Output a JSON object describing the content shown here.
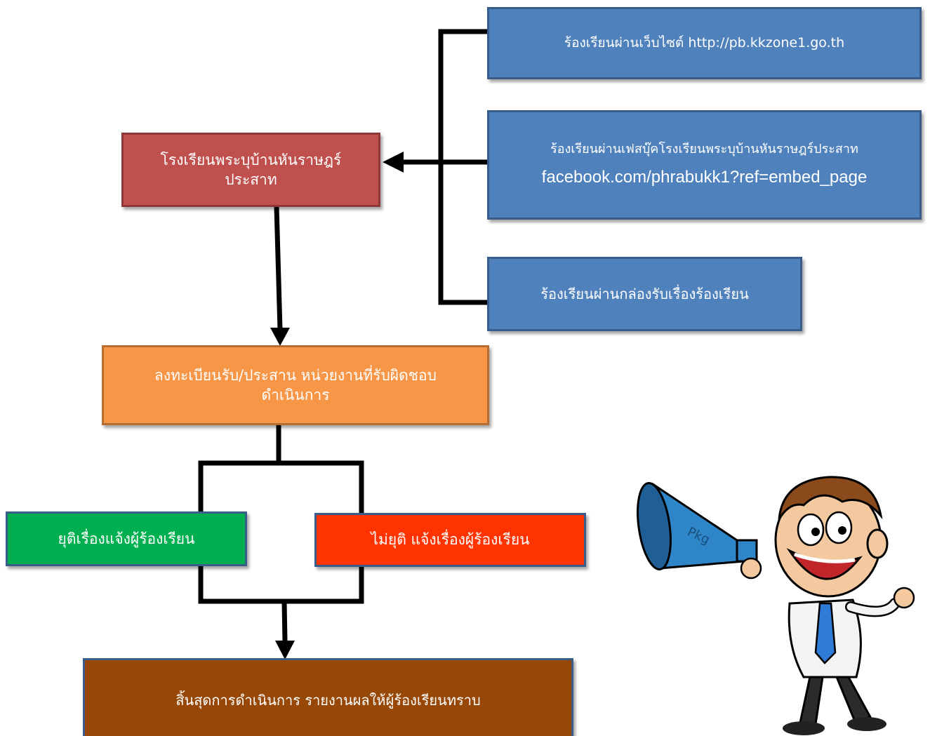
{
  "nodes": {
    "web": {
      "label": "ร้องเรียนผ่านเว็บไซต์ http://pb.kkzone1.go.th"
    },
    "facebook": {
      "label": "ร้องเรียนผ่านเฟสบุ๊คโรงเรียนพระบุบ้านหันราษฎร์ประสาท",
      "url": "facebook.com/phrabukk1?ref=embed_page"
    },
    "mailbox": {
      "label": "ร้องเรียนผ่านกล่องรับเรื่องร้องเรียน"
    },
    "school": {
      "label_line1": "โรงเรียนพระบุบ้านหันราษฎร์",
      "label_line2": "ประสาท"
    },
    "register": {
      "label_line1": "ลงทะเบียนรับ/ประสาน หน่วยงานที่รับผิดชอบ",
      "label_line2": "ดำเนินการ"
    },
    "resolved": {
      "label": "ยุติเรื่องแจ้งผู้ร้องเรียน"
    },
    "unresolved": {
      "label": "ไม่ยุติ แจ้งเรื่องผู้ร้องเรียน"
    },
    "end": {
      "label": "สิ้นสุดการดำเนินการ  รายงานผลให้ผู้ร้องเรียนทราบ"
    }
  },
  "mascot": {
    "megaphone_text": "Pkg"
  },
  "colors": {
    "blue": "#4f81bd",
    "red": "#c0504d",
    "orange": "#f79646",
    "green": "#00b050",
    "redorange": "#ff3300",
    "brown": "#974706",
    "line": "#000000"
  }
}
